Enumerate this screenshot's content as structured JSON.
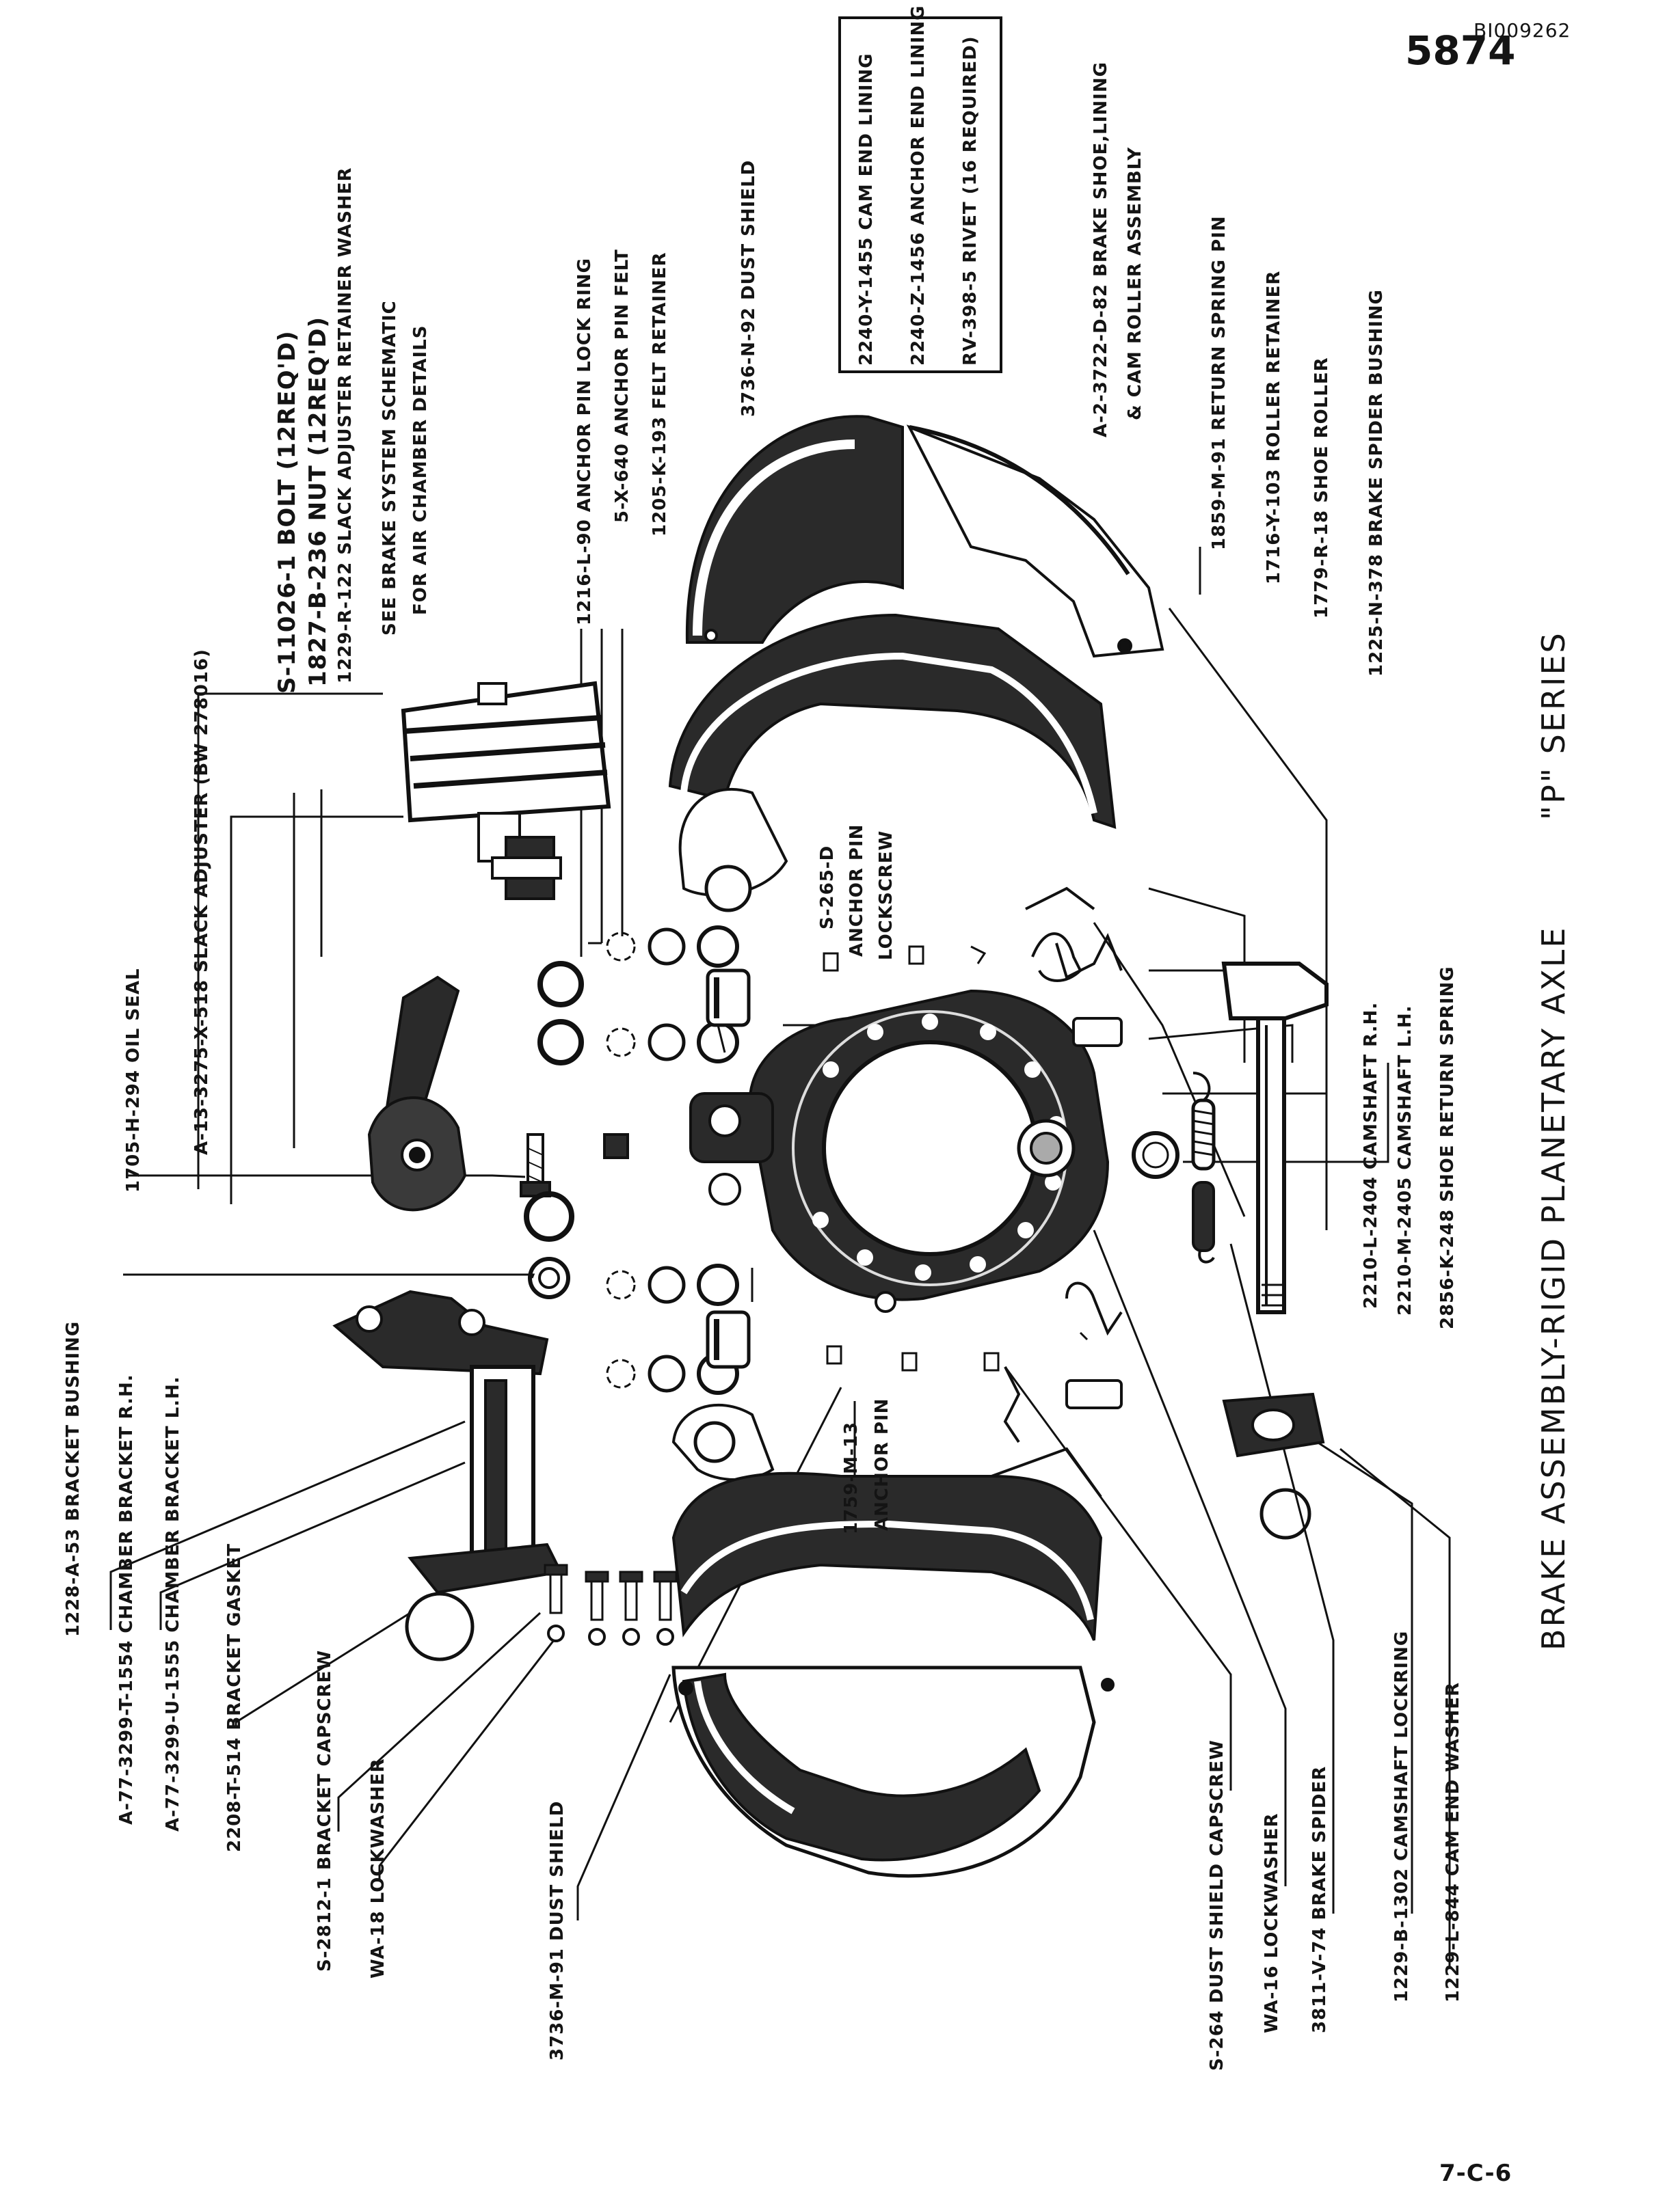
{
  "header": {
    "page_number": "5874",
    "doc_ref": "BI009262"
  },
  "title": "BRAKE ASSEMBLY-RIGID PLANETARY AXLE",
  "series": "\"P\" SERIES",
  "footer": "7-C-6",
  "note_box": [
    "2240-Y-1455 CAM END LINING",
    "2240-Z-1456 ANCHOR END LINING",
    "RV-398-5 RIVET (16 REQUIRED)"
  ],
  "labels": {
    "s_11026": "S-11026-1 BOLT (12REQ'D)",
    "b_1827": "1827-B-236 NUT (12REQ'D)",
    "r_1229": "1229-R-122 SLACK ADJUSTER RETAINER WASHER",
    "see_brake": "SEE BRAKE SYSTEM SCHEMATIC",
    "air_chamber": "FOR AIR CHAMBER DETAILS",
    "slack_adj": "A-13-3275-X-518 SLACK ADJUSTER (BW 278016)",
    "oil_seal": "1705-H-294 OIL SEAL",
    "lock_ring": "1216-L-90 ANCHOR PIN LOCK RING",
    "pin_felt": "5-X-640 ANCHOR PIN FELT",
    "felt_ret": "1205-K-193 FELT RETAINER",
    "dust_top": "3736-N-92 DUST SHIELD",
    "shoe_lining1": "A-2-3722-D-82 BRAKE SHOE,LINING",
    "shoe_lining2": "& CAM ROLLER ASSEMBLY",
    "ret_spring_pin": "1859-M-91 RETURN SPRING PIN",
    "roller_ret": "1716-Y-103 ROLLER RETAINER",
    "shoe_roller": "1779-R-18 SHOE ROLLER",
    "spider_bush": "1225-N-378 BRAKE SPIDER BUSHING",
    "lockscrew1": "S-265-D",
    "lockscrew2": "ANCHOR PIN",
    "lockscrew3": "LOCKSCREW",
    "camshaft_rh": "2210-L-2404 CAMSHAFT R.H.",
    "camshaft_lh": "2210-M-2405 CAMSHAFT L.H.",
    "shoe_spring": "2856-K-248 SHOE RETURN SPRING",
    "anchor_pin1": "1759-M-13",
    "anchor_pin2": "ANCHOR PIN",
    "bracket_bush": "1228-A-53 BRACKET BUSHING",
    "chamber_rh": "A-77-3299-T-1554 CHAMBER BRACKET R.H.",
    "chamber_lh": "A-77-3299-U-1555 CHAMBER BRACKET L.H.",
    "bracket_gasket": "2208-T-514 BRACKET GASKET",
    "bracket_cap": "S-2812-1 BRACKET CAPSCREW",
    "lockwasher_l": "WA-18 LOCKWASHER",
    "dust_bottom": "3736-M-91 DUST SHIELD",
    "ds_capscrew": "S-264 DUST SHIELD CAPSCREW",
    "lockwasher_r": "WA-16 LOCKWASHER",
    "brake_spider": "3811-V-74 BRAKE SPIDER",
    "cam_lockring": "1229-B-1302 CAMSHAFT LOCKRING",
    "cam_washer": "1229-L-844 CAM END WASHER"
  }
}
